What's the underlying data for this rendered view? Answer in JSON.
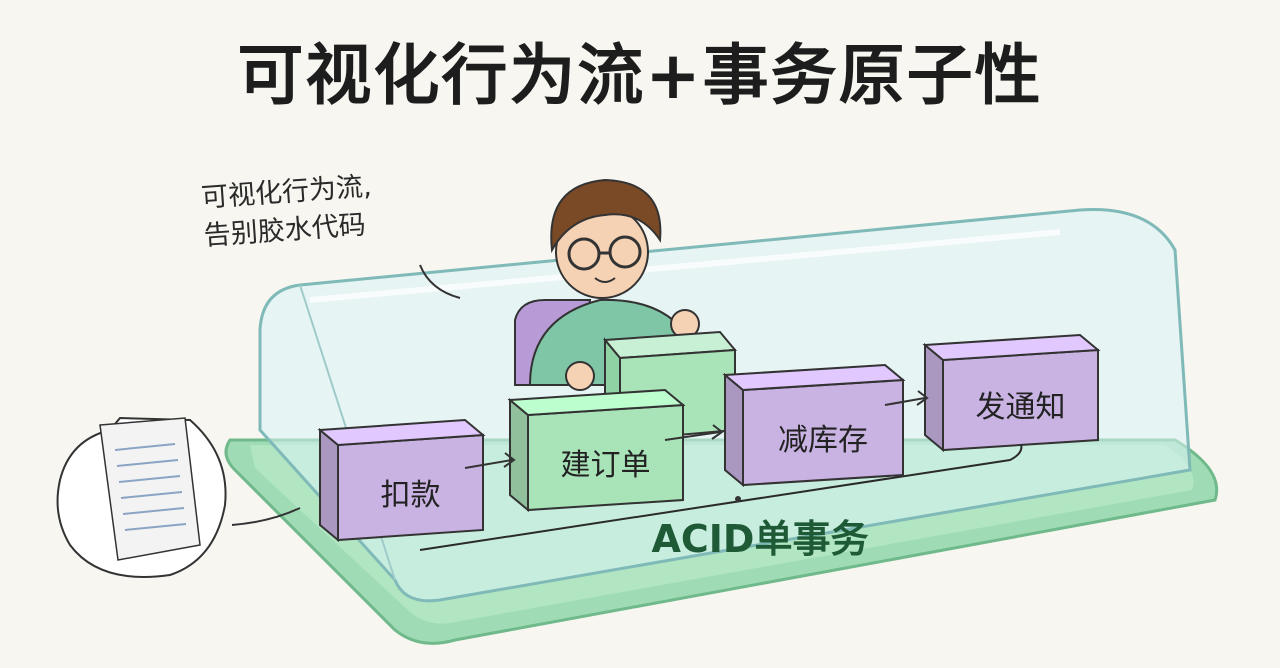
{
  "title": "可视化行为流+事务原子性",
  "note": {
    "line1": "可视化行为流,",
    "line2": "告别胶水代码"
  },
  "blocks": [
    {
      "label": "扣款",
      "color": "#c9b3e3"
    },
    {
      "label": "建订单",
      "color": "#a9e3b8"
    },
    {
      "label": "减库存",
      "color": "#c9b3e3"
    },
    {
      "label": "发通知",
      "color": "#c9b3e3"
    }
  ],
  "transaction_label": "ACID单事务",
  "icons": [
    "person-icon",
    "crumpled-paper-icon",
    "glass-dome-icon",
    "arrow-icon"
  ]
}
